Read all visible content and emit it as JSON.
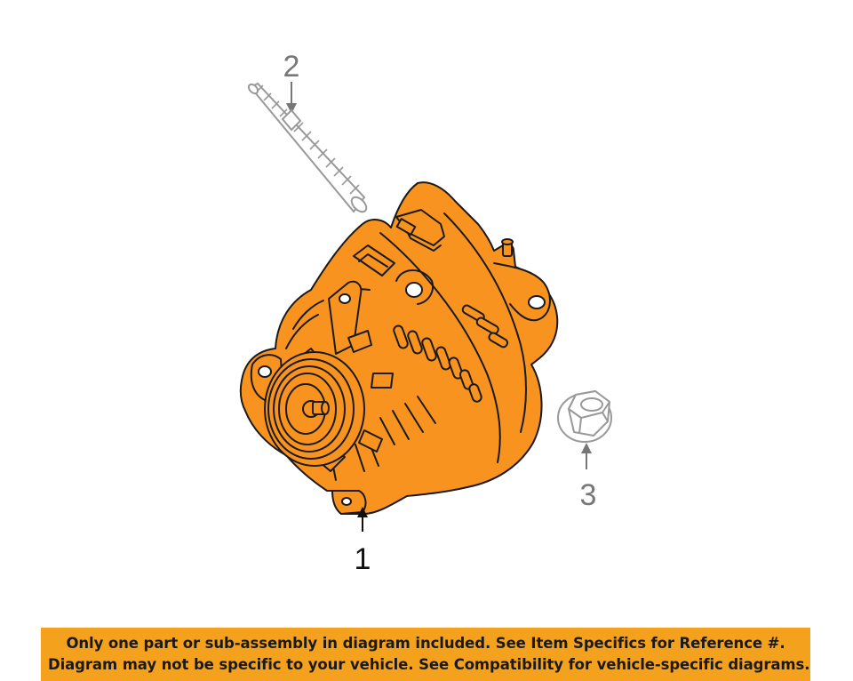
{
  "diagram": {
    "callouts": [
      {
        "number": "1",
        "part_name": "alternator-assembly"
      },
      {
        "number": "2",
        "part_name": "stud-bolt"
      },
      {
        "number": "3",
        "part_name": "flange-nut"
      }
    ],
    "colors": {
      "part_fill": "#f8931f",
      "part_outline": "#1a1a1a",
      "hardware_outline": "#999999",
      "callout_gray": "#777777",
      "callout_dark": "#111111"
    }
  },
  "notice": {
    "line1": "Only one part or sub-assembly in diagram included. See Item Specifics for Reference #.",
    "line2": "Diagram may not be specific to your vehicle. See Compatibility for vehicle-specific diagrams.",
    "background": "#f4a21e"
  }
}
